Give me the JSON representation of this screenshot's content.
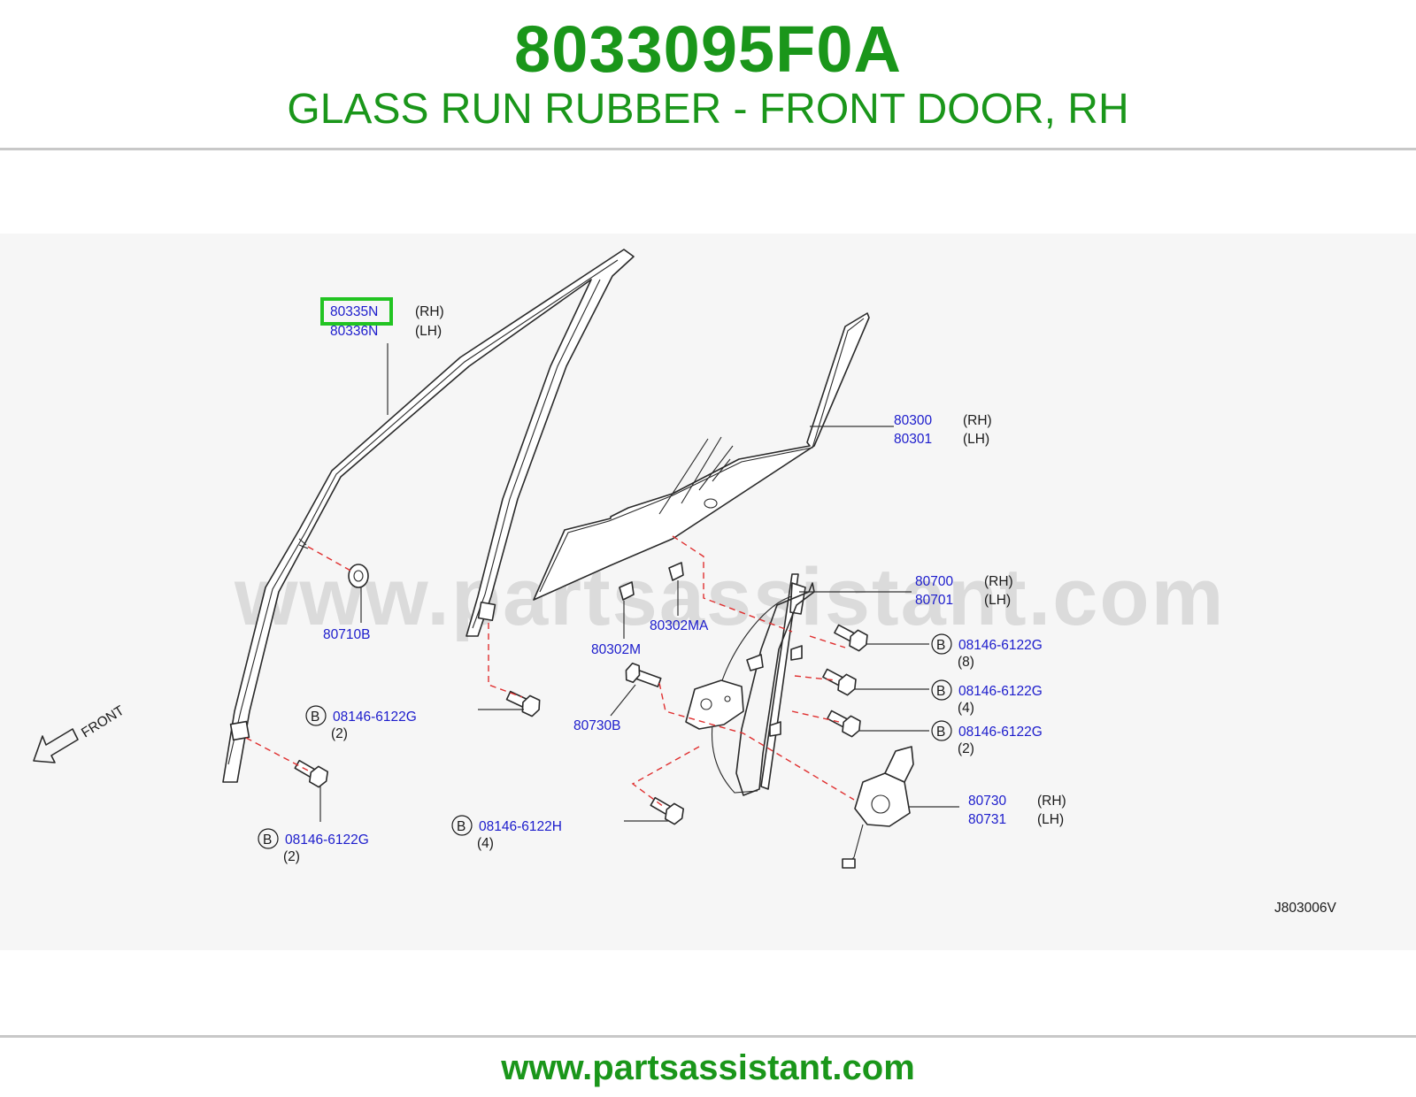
{
  "header": {
    "part_number": "8033095F0A",
    "part_name": "GLASS RUN RUBBER - FRONT DOOR, RH"
  },
  "footer": {
    "url": "www.partsassistant.com"
  },
  "diagram": {
    "watermark": "www.partsassistant.com",
    "diagram_code": "J803006V",
    "front_label": "FRONT",
    "bolt_symbol": "B",
    "colors": {
      "brand_green": "#1a961a",
      "part_link_blue": "#1c1ccc",
      "highlight_green": "#22c422",
      "guide_red": "#e03030"
    },
    "parts": {
      "glass_run_rh": "80335N",
      "glass_run_lh": "80336N",
      "glass_run_rh_side": "(RH)",
      "glass_run_lh_side": "(LH)",
      "glass_rh": "80300",
      "glass_lh": "80301",
      "glass_rh_side": "(RH)",
      "glass_lh_side": "(LH)",
      "regulator_rh": "80700",
      "regulator_lh": "80701",
      "regulator_rh_side": "(RH)",
      "regulator_lh_side": "(LH)",
      "motor_rh": "80730",
      "motor_lh": "80731",
      "motor_rh_side": "(RH)",
      "motor_lh_side": "(LH)",
      "grommet": "80710B",
      "holder_m": "80302M",
      "holder_ma": "80302MA",
      "bolt_80730b": "80730B",
      "bolt_a": "08146-6122G",
      "bolt_a_qty": "(8)",
      "bolt_b": "08146-6122G",
      "bolt_b_qty": "(4)",
      "bolt_c": "08146-6122G",
      "bolt_c_qty": "(2)",
      "bolt_d": "08146-6122G",
      "bolt_d_qty": "(2)",
      "bolt_e": "08146-6122G",
      "bolt_e_qty": "(2)",
      "bolt_f": "08146-6122H",
      "bolt_f_qty": "(4)"
    },
    "highlighted_part": "80335N"
  }
}
